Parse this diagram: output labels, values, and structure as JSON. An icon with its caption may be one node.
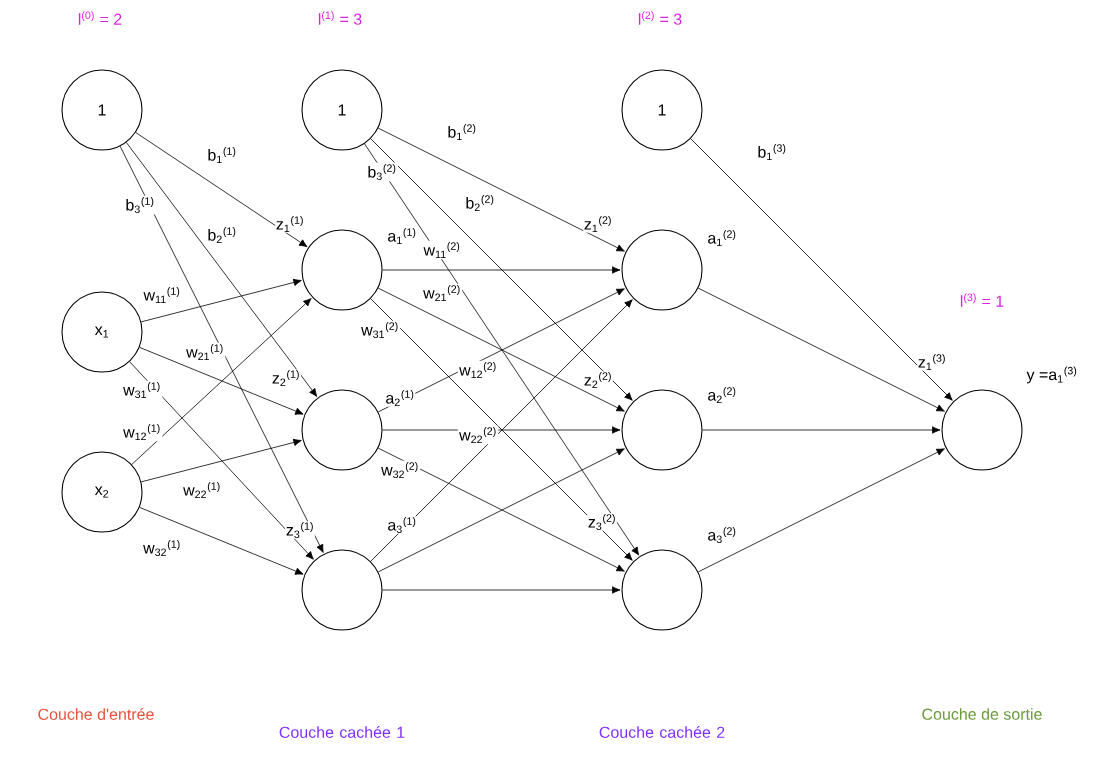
{
  "diagram": {
    "nodes": [
      {
        "text": [
          "1"
        ]
      },
      {
        "text": [
          "x$_{1}$"
        ]
      },
      {
        "text": [
          "x$_{2}$"
        ]
      },
      {
        "text": [
          "1"
        ]
      },
      {
        "text": [],
        "shape": "circle",
        "beside": [
          "z$_{1}$$^{(1)}$",
          "a$_{1}$$^{(1)}$"
        ]
      },
      {
        "text": [],
        "shape": "circle",
        "beside": [
          "z$_{2}$$^{(1)}$",
          "a$_{2}$$^{(1)}$"
        ]
      },
      {
        "text": [],
        "shape": "circle",
        "beside": [
          "z$_{3}$$^{(1)}$",
          "a$_{3}$$^{(1)}$"
        ]
      },
      {
        "text": [
          "1"
        ]
      },
      {
        "text": [],
        "shape": "circle",
        "beside": [
          "z$_{1}$$^{(2)}$",
          "a$_{1}$$^{(2)}$"
        ]
      },
      {
        "text": [],
        "shape": "circle",
        "beside": [
          "z$_{2}$$^{(2)}$",
          "a$_{2}$$^{(2)}$"
        ]
      },
      {
        "text": [],
        "shape": "circle",
        "beside": [
          "z$_{3}$$^{(2)}$",
          "a$_{3}$$^{(2)}$"
        ]
      },
      {
        "text": [],
        "shape": "circle",
        "beside": [
          "z$_{1}$$^{(3)}$",
          "y =a$_{1}$$^{(3)}$"
        ]
      }
    ],
    "edges": [
      {
        "from": 0,
        "to": 4,
        "arrow": "to",
        "label": "b$_{1}$$^{(1)}$"
      },
      {
        "from": 0,
        "to": 5,
        "arrow": "to",
        "label": "b$_{2}$$^{(1)}$"
      },
      {
        "from": 0,
        "to": 6,
        "arrow": "to",
        "label": "b$_{3}$$^{(1)}$"
      },
      {
        "from": 1,
        "to": 4,
        "arrow": "to",
        "label": "w$_{11}$$^{(1)}$"
      },
      {
        "from": 1,
        "to": 5,
        "arrow": "to",
        "label": "w$_{21}$$^{(1)}$"
      },
      {
        "from": 1,
        "to": 6,
        "arrow": "to",
        "label": "w$_{31}$$^{(1)}$"
      },
      {
        "from": 2,
        "to": 4,
        "arrow": "to",
        "label": "w$_{12}$$^{(1)}$"
      },
      {
        "from": 2,
        "to": 5,
        "arrow": "to",
        "label": "w$_{22}$$^{(1)}$"
      },
      {
        "from": 2,
        "to": 6,
        "arrow": "to",
        "label": "w$_{32}$$^{(1)}$"
      },
      {
        "from": 3,
        "to": 8,
        "arrow": "to",
        "label": "b$_{1}$$^{(2)}$"
      },
      {
        "from": 3,
        "to": 9,
        "arrow": "to",
        "label": "b$_{2}$$^{(2)}$"
      },
      {
        "from": 3,
        "to": 10,
        "arrow": "to",
        "label": "b$_{3}$$^{(2)}$"
      },
      {
        "from": 4,
        "to": 8,
        "arrow": "to",
        "label": "w$_{11}$$^{(2)}$"
      },
      {
        "from": 4,
        "to": 9,
        "arrow": "to",
        "label": "w$_{21}$$^{(2)}$"
      },
      {
        "from": 4,
        "to": 10,
        "arrow": "to",
        "label": "w$_{31}$$^{(2)}$"
      },
      {
        "from": 5,
        "to": 8,
        "arrow": "to",
        "label": "w$_{12}$$^{(2)}$"
      },
      {
        "from": 5,
        "to": 9,
        "arrow": "to",
        "label": "w$_{22}$$^{(2)}$"
      },
      {
        "from": 5,
        "to": 10,
        "arrow": "to",
        "label": "w$_{32}$$^{(2)}$"
      },
      {
        "from": 6,
        "to": 8,
        "arrow": "to"
      },
      {
        "from": 6,
        "to": 9,
        "arrow": "to"
      },
      {
        "from": 6,
        "to": 10,
        "arrow": "to"
      },
      {
        "from": 7,
        "to": 11,
        "arrow": "to",
        "label": "b$_{1}$$^{(3)}$"
      },
      {
        "from": 8,
        "to": 11,
        "arrow": "to"
      },
      {
        "from": 9,
        "to": 11,
        "arrow": "to"
      },
      {
        "from": 10,
        "to": 11,
        "arrow": "to"
      }
    ],
    "labels": [
      "l$^{(0)}$ = 2",
      "l$^{(1)}$ = 3",
      "l$^{(2)}$ = 3",
      "l$^{(3)}$ = 1",
      "Couche d'entrée",
      "Couche cachée 1",
      "Couche cachée 2",
      "Couche de sortie"
    ]
  }
}
